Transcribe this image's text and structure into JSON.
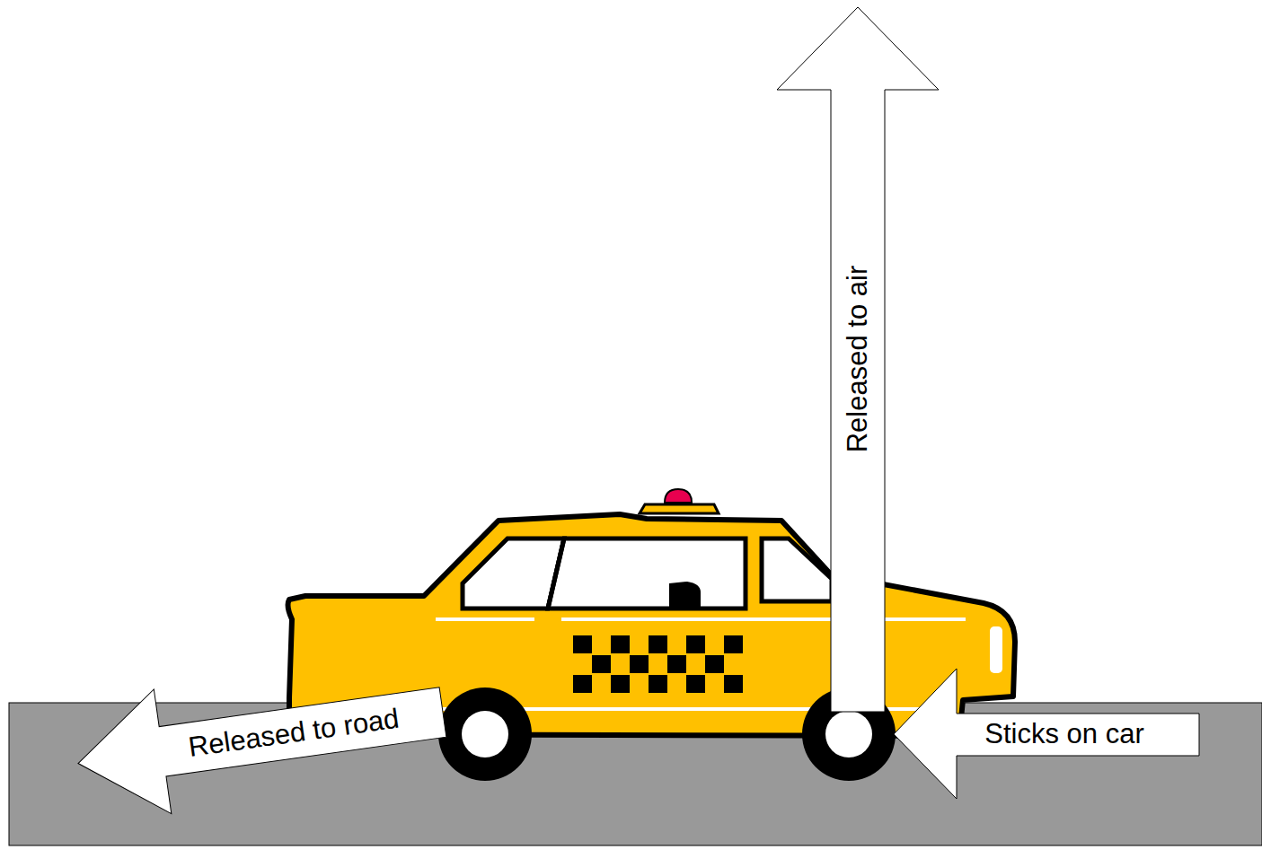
{
  "diagram": {
    "nodes": [
      {
        "text": [
          "Released to air"
        ]
      },
      {
        "text": [
          "Sticks on car"
        ]
      },
      {
        "text": [
          "Released to road"
        ]
      }
    ]
  }
}
